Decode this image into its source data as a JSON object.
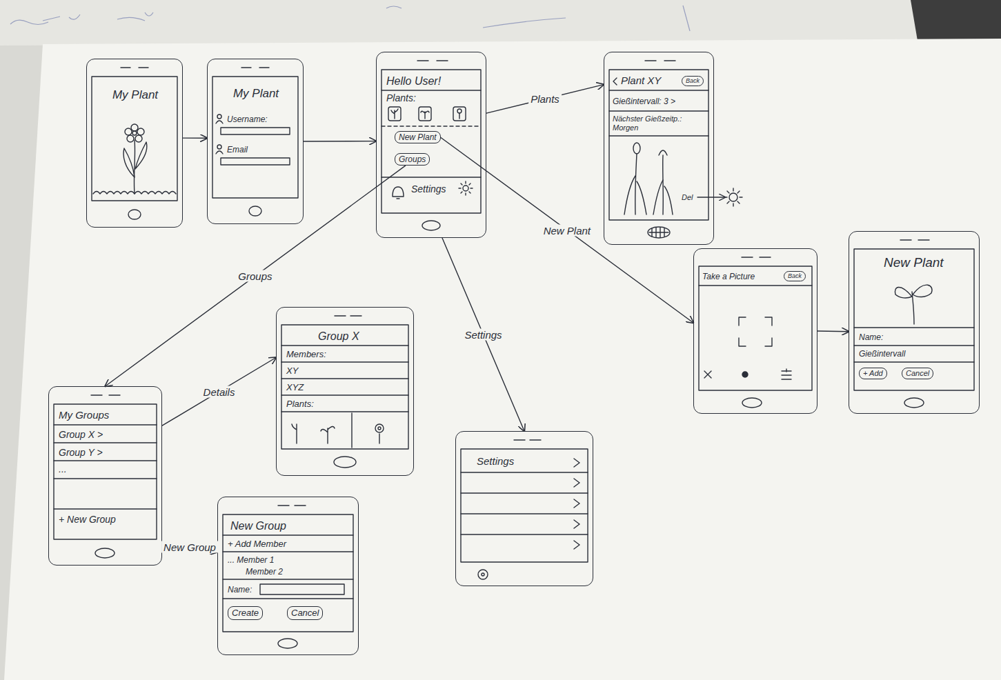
{
  "diagram": {
    "nodes": [
      {
        "text": [
          "My Plant"
        ]
      },
      {
        "text": [
          "My Plant",
          "Username:",
          "Email"
        ]
      },
      {
        "text": [
          "Hello User!",
          "Plants:",
          "Settings"
        ]
      },
      {
        "text": [
          "New Plant"
        ],
        "in": 2
      },
      {
        "text": [
          "Groups"
        ],
        "in": 2
      },
      {
        "text": [
          "Plant XY",
          "Gießintervall: 3 >",
          "Nächster Gießzeitp.: Morgen",
          "Del"
        ]
      },
      {
        "text": [
          "Back"
        ],
        "in": 5
      },
      {
        "text": [
          "Take a Picture"
        ]
      },
      {
        "text": [
          "Back"
        ],
        "in": 7
      },
      {
        "text": [
          "New Plant",
          "Name:",
          "Gießintervall"
        ]
      },
      {
        "text": [
          "+ Add"
        ],
        "in": 9
      },
      {
        "text": [
          "Cancel"
        ],
        "in": 9
      },
      {
        "text": [
          "My Groups",
          "Group X >",
          "Group Y >",
          "...",
          "+ New Group"
        ]
      },
      {
        "text": [
          "Group X",
          "Members:",
          "XY",
          "XYZ",
          "Plants:"
        ]
      },
      {
        "text": [
          "Settings"
        ]
      },
      {
        "text": [
          "New Group",
          "+ Add Member",
          "... Member 1",
          "Member 2",
          "Name:"
        ]
      },
      {
        "text": [
          "Create"
        ],
        "in": 15
      },
      {
        "text": [
          "Cancel"
        ],
        "in": 15
      }
    ],
    "edges": [
      {
        "from": 0,
        "to": 1,
        "arrow": "to"
      },
      {
        "from": 1,
        "to": 2,
        "arrow": "to"
      },
      {
        "from": 2,
        "to": 5,
        "label": "Plants",
        "arrow": "to"
      },
      {
        "from": 4,
        "to": 12,
        "label": "Groups",
        "arrow": "to"
      },
      {
        "from": 2,
        "to": 14,
        "label": "Settings",
        "arrow": "to"
      },
      {
        "from": 3,
        "to": 7,
        "label": "New Plant",
        "arrow": "to"
      },
      {
        "from": 7,
        "to": 9,
        "arrow": "to"
      },
      {
        "from": 12,
        "to": 13,
        "label": "Details",
        "arrow": "to"
      },
      {
        "from": 12,
        "to": 15,
        "label": "New Group",
        "arrow": "to"
      }
    ]
  }
}
